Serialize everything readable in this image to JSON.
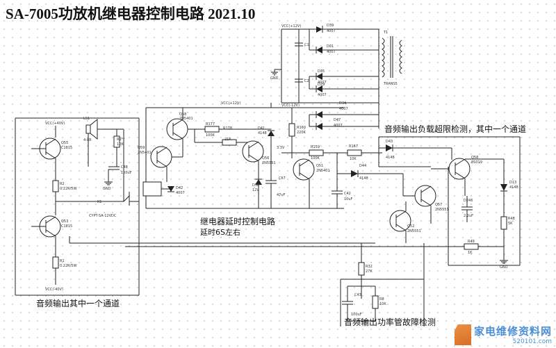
{
  "title": "SA-7005功放机继电器控制电路 2021.10",
  "blocks": {
    "output_channel": "音频输出其中一个通道",
    "relay_delay_line1": "继电器延时控制电路",
    "relay_delay_line2": "延时6S左右",
    "overload_detect": "音频输出负载超限检测，其中一个通道",
    "fault_detect": "音频输出功率管故障检测"
  },
  "supply": {
    "top_label": "VCC(+12V)",
    "mid_label": "VCC(+12V)",
    "neg_label": "VCC(-12V)",
    "gnd": "GND"
  },
  "power": {
    "transformer": "T1",
    "transformer_type": "TRANS5",
    "d39": "D39",
    "d39_v": "4007",
    "d31": "D31",
    "d31_v": "4007",
    "d35": "D35",
    "d35_v": "4007",
    "d29": "D29",
    "d29_v": "4007",
    "d34": "D34",
    "d34_v": "4007",
    "d47": "D47",
    "d47_v": "4007",
    "c1": "C1",
    "c2": "C2"
  },
  "left": {
    "q55": "Q55",
    "q55_v": "C1815",
    "q53": "Q53",
    "q53_v": "C1815",
    "r1": "R1",
    "r1_v": "0.22R/5W",
    "r2": "R2",
    "r2_v": "0.22R/5W",
    "ls1": "LS1",
    "ls1_v": "4-8R",
    "r1_top": "R1**",
    "r1_top_v": "10K",
    "c48": "C48",
    "c48_v": "100uF",
    "k1": "K1",
    "relay_type": "CYPT-SA-12VDC",
    "vcc_pos": "VCC(+40V)",
    "vcc_neg": "VCC(-40V)"
  },
  "relay": {
    "q58": "Q58",
    "q58_v": "2N5401",
    "q59": "Q59",
    "q59_v": "2N5401",
    "q56": "Q56",
    "q56_v": "2N5551",
    "q51": "Q51",
    "q51_v": "2N5401",
    "r177": "R177",
    "r177_v": "100K",
    "r178": "R178",
    "r178_v": "21K",
    "d41": "D41",
    "d41_v": "4148",
    "d38": "D38",
    "d38_v": "12V",
    "d42": "D42",
    "d42_v": "4007",
    "z": "3.3V",
    "c67": "C67",
    "c67_v": "47uF",
    "r160": "R160",
    "r160_v": "220K",
    "r159": "R159",
    "r159_v": "100K",
    "r167": "R167",
    "r167_v": "10K",
    "d44": "D44",
    "d44_v": "4148",
    "c42": "C42",
    "c42_v": "10uF"
  },
  "detect": {
    "d43": "D43",
    "d43_v": "4148",
    "q58b": "Q58",
    "q58b_v": "8S019",
    "d13": "D13",
    "d13_v": "4148",
    "q57": "Q57",
    "q57_v": "2N5551",
    "q52": "Q52",
    "q52_v": "2N5551",
    "d246": "D246",
    "d246_v": "2.2uF",
    "r48": "R48",
    "r48_v": "5K",
    "r49": "R49",
    "r49_v": "1K",
    "r32": "R32",
    "r32_v": "27K",
    "r8": "R8",
    "r8_v": "10K",
    "c43": "C43",
    "c43_v": "100uF",
    "gnd": "GND"
  },
  "watermark": {
    "cn": "家电维修资料网",
    "url": "520101.com"
  }
}
